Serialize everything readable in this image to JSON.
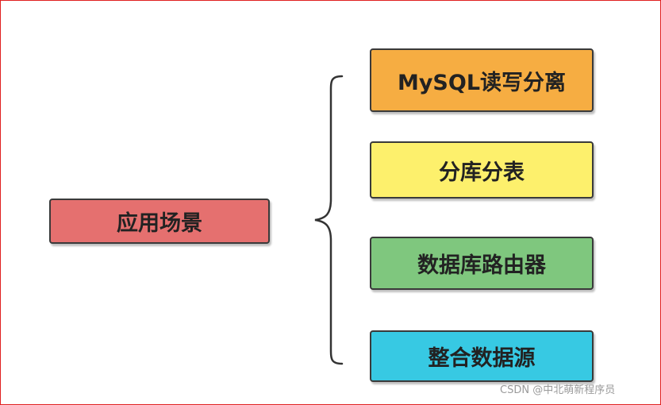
{
  "diagram": {
    "root": {
      "label": "应用场景",
      "color": "#e5706f"
    },
    "branches": [
      {
        "label": "MySQL读写分离",
        "color": "#f6ad42"
      },
      {
        "label": "分库分表",
        "color": "#fdf06c"
      },
      {
        "label": "数据库路由器",
        "color": "#7fc77e"
      },
      {
        "label": "整合数据源",
        "color": "#37c9e3"
      }
    ],
    "connector_color": "#333333",
    "border_color": "#e02020"
  },
  "watermark": "CSDN @中北萌新程序员"
}
